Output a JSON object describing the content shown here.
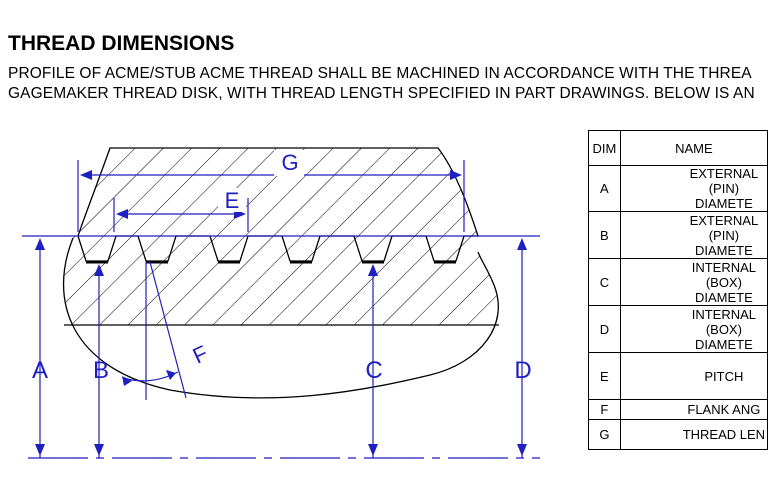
{
  "heading": "THREAD DIMENSIONS",
  "intro": [
    "PROFILE OF ACME/STUB ACME THREAD SHALL BE MACHINED IN ACCORDANCE WITH THE THREA",
    "GAGEMAKER THREAD DISK, WITH THREAD LENGTH SPECIFIED IN PART DRAWINGS. BELOW IS AN"
  ],
  "diagram": {
    "line_color": "#1f1fbf",
    "labels": {
      "A": "A",
      "B": "B",
      "C": "C",
      "D": "D",
      "E": "E",
      "F": "F",
      "G": "G"
    }
  },
  "table": {
    "headers": [
      "DIM",
      "NAME"
    ],
    "rows": [
      {
        "dim": "A",
        "name": "EXTERNAL (PIN)\nDIAMETE"
      },
      {
        "dim": "B",
        "name": "EXTERNAL (PIN)\nDIAMETE"
      },
      {
        "dim": "C",
        "name": "INTERNAL (BOX)\nDIAMETE"
      },
      {
        "dim": "D",
        "name": "INTERNAL (BOX)\nDIAMETE"
      },
      {
        "dim": "E",
        "name": "PITCH"
      },
      {
        "dim": "F",
        "name": "FLANK ANG"
      },
      {
        "dim": "G",
        "name": "THREAD LEN"
      }
    ]
  }
}
